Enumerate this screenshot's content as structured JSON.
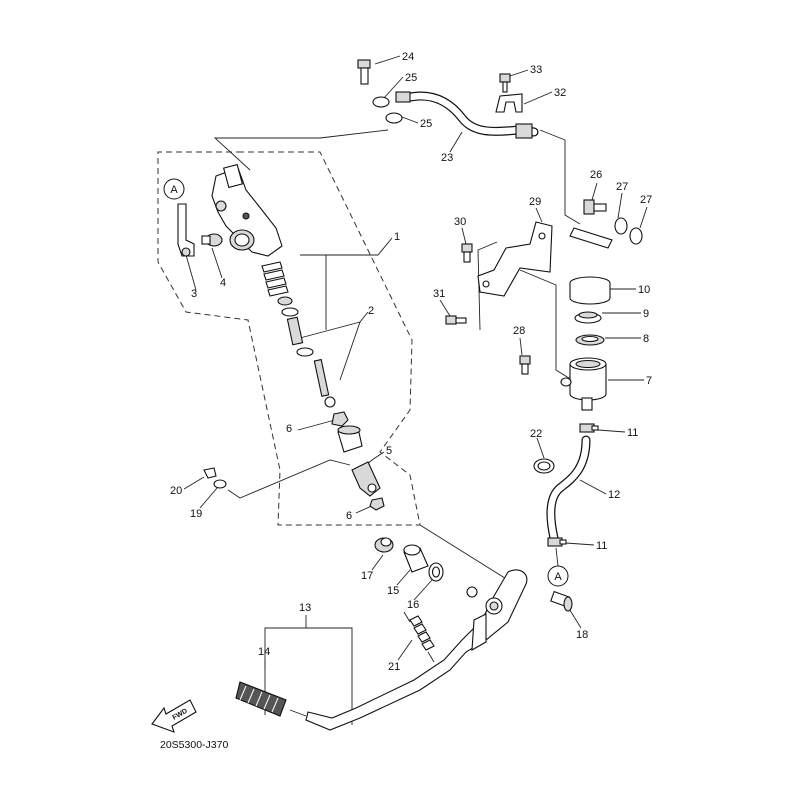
{
  "diagram_code": "20S5300-J370",
  "fwd_label": "FWD",
  "ref_marker": "A",
  "parts": [
    {
      "id": "p1",
      "num": "1"
    },
    {
      "id": "p2",
      "num": "2"
    },
    {
      "id": "p3",
      "num": "3"
    },
    {
      "id": "p4",
      "num": "4"
    },
    {
      "id": "p5",
      "num": "5"
    },
    {
      "id": "p6a",
      "num": "6"
    },
    {
      "id": "p6b",
      "num": "6"
    },
    {
      "id": "p7",
      "num": "7"
    },
    {
      "id": "p8",
      "num": "8"
    },
    {
      "id": "p9",
      "num": "9"
    },
    {
      "id": "p10",
      "num": "10"
    },
    {
      "id": "p11a",
      "num": "11"
    },
    {
      "id": "p11b",
      "num": "11"
    },
    {
      "id": "p12",
      "num": "12"
    },
    {
      "id": "p13",
      "num": "13"
    },
    {
      "id": "p14",
      "num": "14"
    },
    {
      "id": "p15",
      "num": "15"
    },
    {
      "id": "p16",
      "num": "16"
    },
    {
      "id": "p17",
      "num": "17"
    },
    {
      "id": "p18",
      "num": "18"
    },
    {
      "id": "p19",
      "num": "19"
    },
    {
      "id": "p20",
      "num": "20"
    },
    {
      "id": "p21",
      "num": "21"
    },
    {
      "id": "p22",
      "num": "22"
    },
    {
      "id": "p23",
      "num": "23"
    },
    {
      "id": "p24",
      "num": "24"
    },
    {
      "id": "p25a",
      "num": "25"
    },
    {
      "id": "p25b",
      "num": "25"
    },
    {
      "id": "p26",
      "num": "26"
    },
    {
      "id": "p27a",
      "num": "27"
    },
    {
      "id": "p27b",
      "num": "27"
    },
    {
      "id": "p28",
      "num": "28"
    },
    {
      "id": "p29",
      "num": "29"
    },
    {
      "id": "p30",
      "num": "30"
    },
    {
      "id": "p31",
      "num": "31"
    },
    {
      "id": "p32",
      "num": "32"
    },
    {
      "id": "p33",
      "num": "33"
    }
  ]
}
